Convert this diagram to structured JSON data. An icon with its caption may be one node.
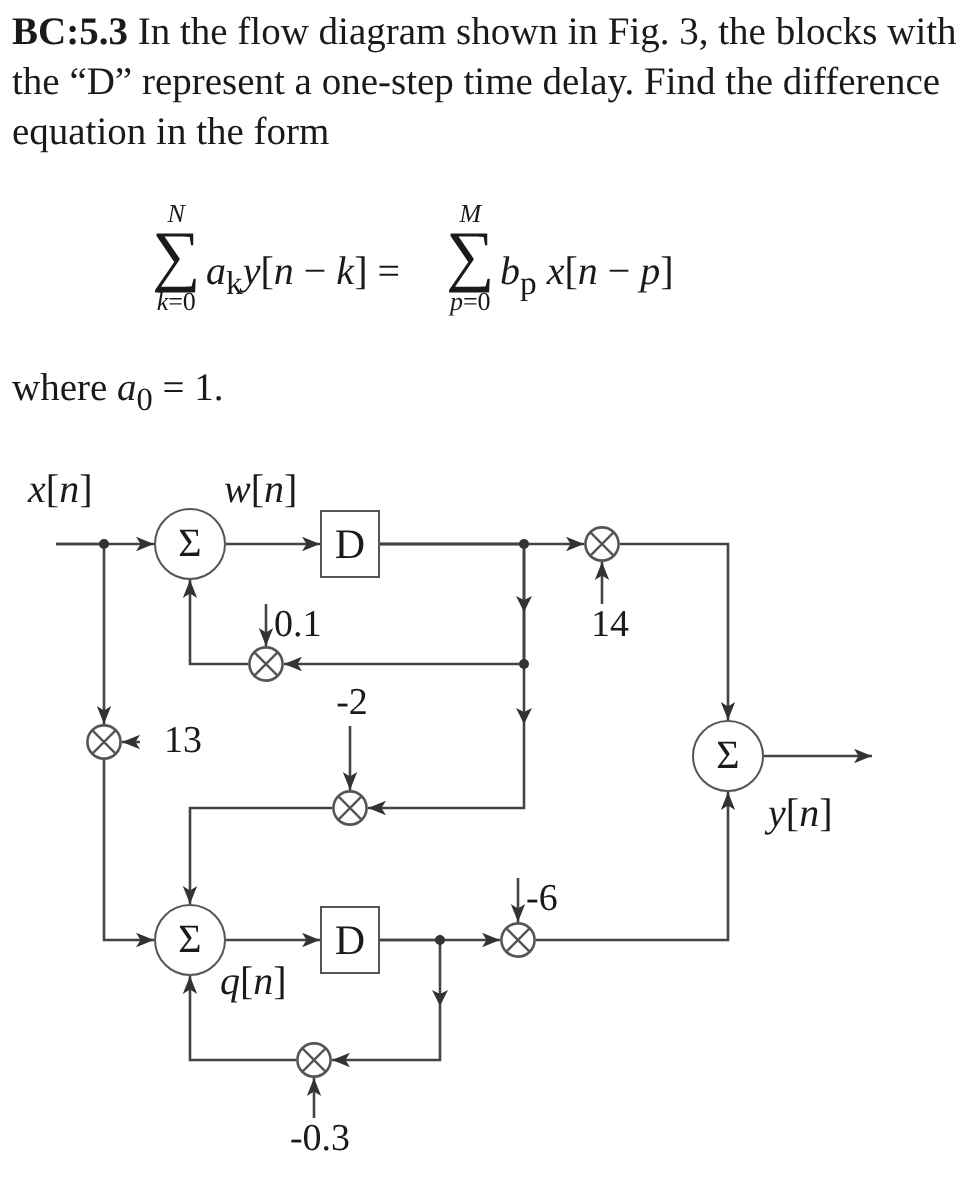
{
  "diagram": {
    "nodes": [
      {
        "text": [
          "Σ"
        ]
      },
      {
        "text": [
          "D"
        ]
      },
      {
        "text": [],
        "shape": "circle"
      },
      {
        "text": [
          "14"
        ]
      },
      {
        "text": [
          "0.1"
        ]
      },
      {
        "text": [],
        "shape": "circle"
      },
      {
        "text": [],
        "shape": "circle"
      },
      {
        "text": [
          "13"
        ]
      },
      {
        "text": [
          "-2"
        ]
      },
      {
        "text": [
          "Σ"
        ]
      },
      {
        "text": [],
        "shape": "circle"
      },
      {
        "text": [
          "Σ"
        ]
      },
      {
        "text": [
          "D"
        ]
      },
      {
        "text": [
          "-6"
        ]
      },
      {
        "text": [],
        "shape": "circle"
      },
      {
        "text": [],
        "shape": "circle"
      },
      {
        "text": [
          "-0.3"
        ]
      }
    ],
    "edges": [
      {
        "from": null,
        "to": 0,
        "arrow": "to"
      },
      {
        "from": null,
        "to": 6,
        "arrow": "to"
      },
      {
        "from": 0,
        "to": 1,
        "arrow": "to"
      },
      {
        "from": 1,
        "to": 2,
        "arrow": "to"
      },
      {
        "from": 3,
        "to": 2,
        "arrow": "to"
      },
      {
        "from": 2,
        "to": 9,
        "arrow": "to"
      },
      {
        "from": 9,
        "to": null,
        "arrow": "to"
      },
      {
        "from": 1,
        "to": 5,
        "arrow": "to"
      },
      {
        "from": 1,
        "to": 10,
        "arrow": "to"
      },
      {
        "from": 4,
        "to": 5,
        "arrow": "to"
      },
      {
        "from": 5,
        "to": 0,
        "arrow": "to"
      },
      {
        "from": 7,
        "to": 6,
        "arrow": "to"
      },
      {
        "from": 8,
        "to": 10,
        "arrow": "to"
      },
      {
        "from": 10,
        "to": 11,
        "arrow": "to"
      },
      {
        "from": 6,
        "to": 11,
        "arrow": "to"
      },
      {
        "from": 11,
        "to": 12,
        "arrow": "to"
      },
      {
        "from": 12,
        "to": 14,
        "arrow": "to"
      },
      {
        "from": 13,
        "to": 14,
        "arrow": "to"
      },
      {
        "from": 14,
        "to": 9,
        "arrow": "to"
      },
      {
        "from": 12,
        "to": 15,
        "arrow": "to"
      },
      {
        "from": 16,
        "to": 15,
        "arrow": "to"
      },
      {
        "from": 15,
        "to": 11,
        "arrow": "to"
      }
    ],
    "labels": [
      "**BC:5.3** In the flow diagram shown in Fig. 3, the blocks with the “D” represent a one-step time delay. Find the difference equation in the form",
      "*N*",
      "∑",
      "*k*=0",
      "*a*$_{k}$*y*[*n* − *k*] =",
      "*M*",
      "∑",
      "*p*=0",
      "*b*$_{p}$ *x*[*n* − *p*]",
      "where *a*$_{0}$ = 1.",
      "*x*[*n*]",
      "*w*[*n*]",
      "*y*[*n*]",
      "*q*[*n*]"
    ]
  }
}
